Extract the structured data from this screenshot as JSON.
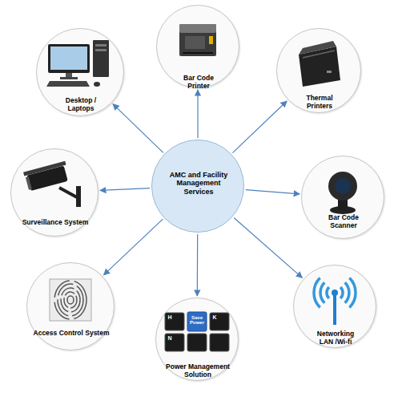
{
  "diagram": {
    "nodes": [
      {
        "text": [
          "AMC and Facility Management Services"
        ]
      },
      {
        "text": [
          "Desktop / Laptops"
        ]
      },
      {
        "text": [
          "Bar Code Printer"
        ]
      },
      {
        "text": [
          "Thermal Printers"
        ]
      },
      {
        "text": [
          "Surveillance System"
        ]
      },
      {
        "text": [
          "Bar Code Scanner"
        ]
      },
      {
        "text": [
          "Access Control System"
        ]
      },
      {
        "text": [
          "Power Management Solution"
        ]
      },
      {
        "text": [
          "Networking LAN /Wi-fi"
        ]
      }
    ],
    "edges": [
      {
        "from": 0,
        "to": 1,
        "arrow": "to"
      },
      {
        "from": 0,
        "to": 2,
        "arrow": "to"
      },
      {
        "from": 0,
        "to": 3,
        "arrow": "to"
      },
      {
        "from": 0,
        "to": 4,
        "arrow": "to"
      },
      {
        "from": 0,
        "to": 5,
        "arrow": "to"
      },
      {
        "from": 0,
        "to": 6,
        "arrow": "to"
      },
      {
        "from": 0,
        "to": 7,
        "arrow": "to"
      },
      {
        "from": 0,
        "to": 8,
        "arrow": "to"
      }
    ],
    "labels": [
      "Save Power",
      "H",
      "K",
      "N"
    ]
  }
}
